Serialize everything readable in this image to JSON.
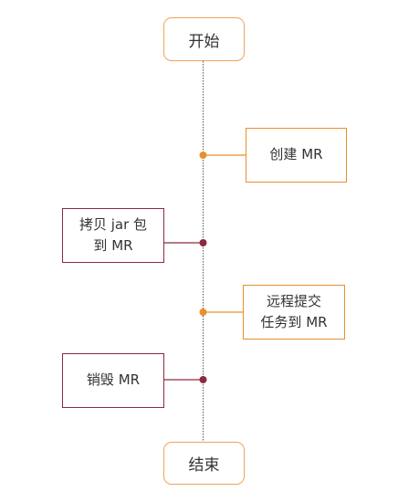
{
  "start_label": "开始",
  "end_label": "结束",
  "steps": [
    {
      "lines": [
        "创建 MR"
      ],
      "side": "right",
      "color": "#e6912e"
    },
    {
      "lines": [
        "拷贝 jar 包",
        "到 MR"
      ],
      "side": "left",
      "color": "#8c2a3e"
    },
    {
      "lines": [
        "远程提交",
        "任务到 MR"
      ],
      "side": "right",
      "color": "#e6912e"
    },
    {
      "lines": [
        "销毁 MR"
      ],
      "side": "left",
      "color": "#8c2a3e"
    }
  ],
  "colors": {
    "terminal_border": "#f0a35a",
    "timeline": "#555555",
    "orange_accent": "#e6912e",
    "crimson_accent": "#8c2a3e"
  }
}
